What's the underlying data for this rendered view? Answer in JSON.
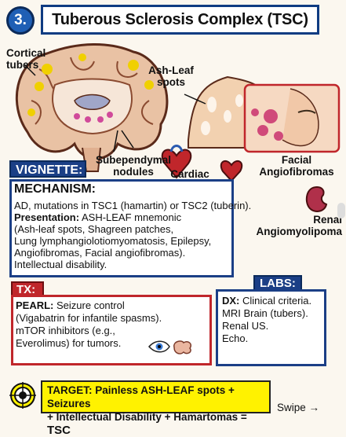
{
  "header": {
    "number": "3.",
    "title": "Tuberous Sclerosis Complex (TSC)"
  },
  "labels": {
    "cortical": "Cortical tubers",
    "ashleaf": "Ash-Leaf spots",
    "subependymal": "Subependymal nodules",
    "cardiac": "Cardiac Rhabdomyoma",
    "facial": "Facial Angiofibromas",
    "renal": "Renal Angiomyolipoma"
  },
  "vignette": {
    "heading": "VIGNETTE:"
  },
  "mechanism": {
    "heading": "MECHANISM:",
    "line1": "AD, mutations in TSC1 (hamartin) or TSC2 (tuberin).",
    "presentation_label": "Presentation:",
    "presentation_text": " ASH-LEAF mnemonic",
    "line3": "(Ash-leaf spots, Shagreen patches,",
    "line4": "Lung lymphangiolotiomyomatosis, Epilepsy,",
    "line5": "Angiofibromas, Facial angiofibromas).",
    "line6": "Intellectual disability."
  },
  "tx": {
    "heading": "TX:",
    "pearl_label": "PEARL:",
    "pearl_text": " Seizure control",
    "line2": "(Vigabatrin for infantile spasms).",
    "line3": "mTOR inhibitors (e.g.,",
    "line4": "Everolimus) for tumors."
  },
  "labs": {
    "heading": "LABS:",
    "dx_label": "DX:",
    "dx_text": " Clinical criteria.",
    "line2": "MRI Brain (tubers).",
    "line3": "Renal US.",
    "line4": "Echo."
  },
  "target": {
    "label": "TARGET:",
    "text1": " Painless ASH-LEAF spots + Seizures",
    "text2": "+ Intellectual Disability + Hamartomas = ",
    "tsc": "TSC"
  },
  "swipe": "Swipe →",
  "colors": {
    "navy": "#1b3f86",
    "red": "#c0262b",
    "yellow": "#fff200"
  }
}
